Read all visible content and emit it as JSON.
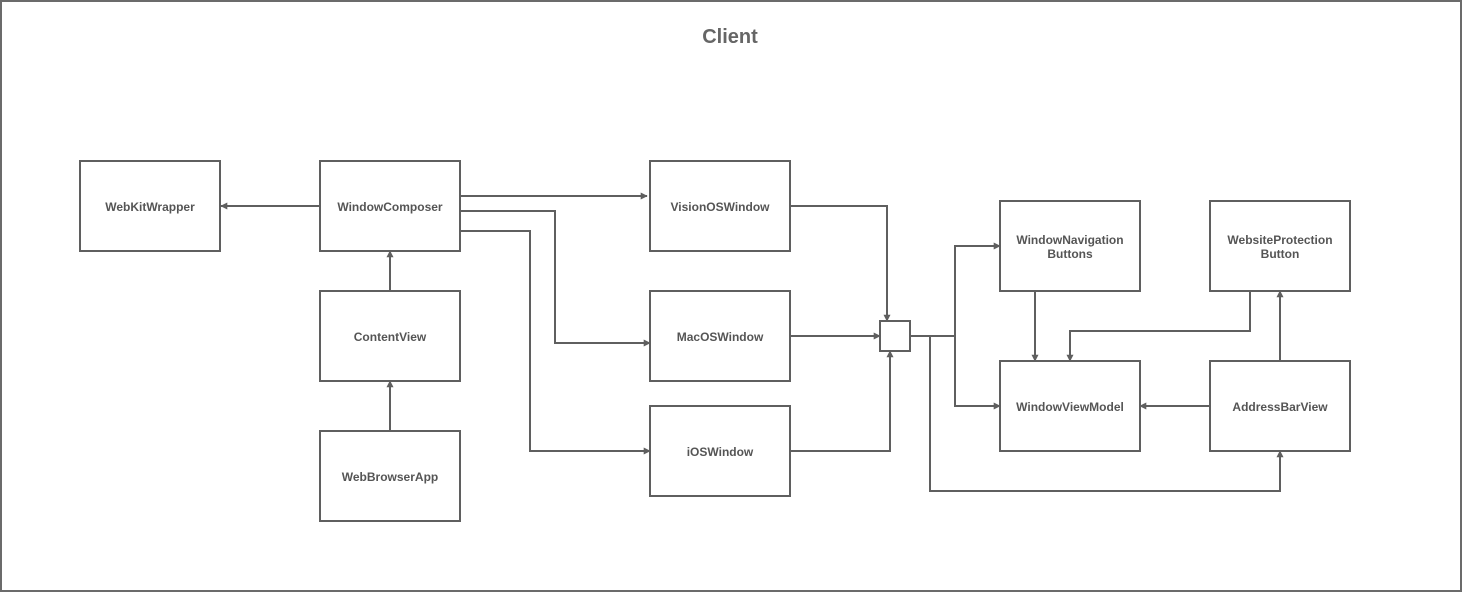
{
  "title": "Client",
  "colors": {
    "stroke": "#5f5f5f",
    "text": "#555555",
    "title": "#666666",
    "background": "#ffffff"
  },
  "nodes": {
    "webkitwrapper": {
      "label": [
        "WebKitWrapper"
      ]
    },
    "windowcomposer": {
      "label": [
        "WindowComposer"
      ]
    },
    "contentview": {
      "label": [
        "ContentView"
      ]
    },
    "webbrowserapp": {
      "label": [
        "WebBrowserApp"
      ]
    },
    "visionoswindow": {
      "label": [
        "VisionOSWindow"
      ]
    },
    "macoswindow": {
      "label": [
        "MacOSWindow"
      ]
    },
    "ioswindow": {
      "label": [
        "iOSWindow"
      ]
    },
    "windownavigationbuttons": {
      "label": [
        "WindowNavigation",
        "Buttons"
      ]
    },
    "websiteprotectionbutton": {
      "label": [
        "WebsiteProtection",
        "Button"
      ]
    },
    "windowviewmodel": {
      "label": [
        "WindowViewModel"
      ]
    },
    "addressbarview": {
      "label": [
        "AddressBarView"
      ]
    }
  },
  "edges": [
    {
      "from": "windowcomposer",
      "to": "webkitwrapper"
    },
    {
      "from": "contentview",
      "to": "windowcomposer"
    },
    {
      "from": "webbrowserapp",
      "to": "contentview"
    },
    {
      "from": "windowcomposer",
      "to": "visionoswindow"
    },
    {
      "from": "windowcomposer",
      "to": "macoswindow"
    },
    {
      "from": "windowcomposer",
      "to": "ioswindow"
    },
    {
      "from": "visionoswindow",
      "to": "junction"
    },
    {
      "from": "macoswindow",
      "to": "junction"
    },
    {
      "from": "ioswindow",
      "to": "junction"
    },
    {
      "from": "junction",
      "to": "windownavigationbuttons"
    },
    {
      "from": "junction",
      "to": "windowviewmodel"
    },
    {
      "from": "junction",
      "to": "addressbarview"
    },
    {
      "from": "windownavigationbuttons",
      "to": "windowviewmodel"
    },
    {
      "from": "websiteprotectionbutton",
      "to": "windowviewmodel"
    },
    {
      "from": "addressbarview",
      "to": "windowviewmodel"
    },
    {
      "from": "addressbarview",
      "to": "websiteprotectionbutton"
    }
  ]
}
